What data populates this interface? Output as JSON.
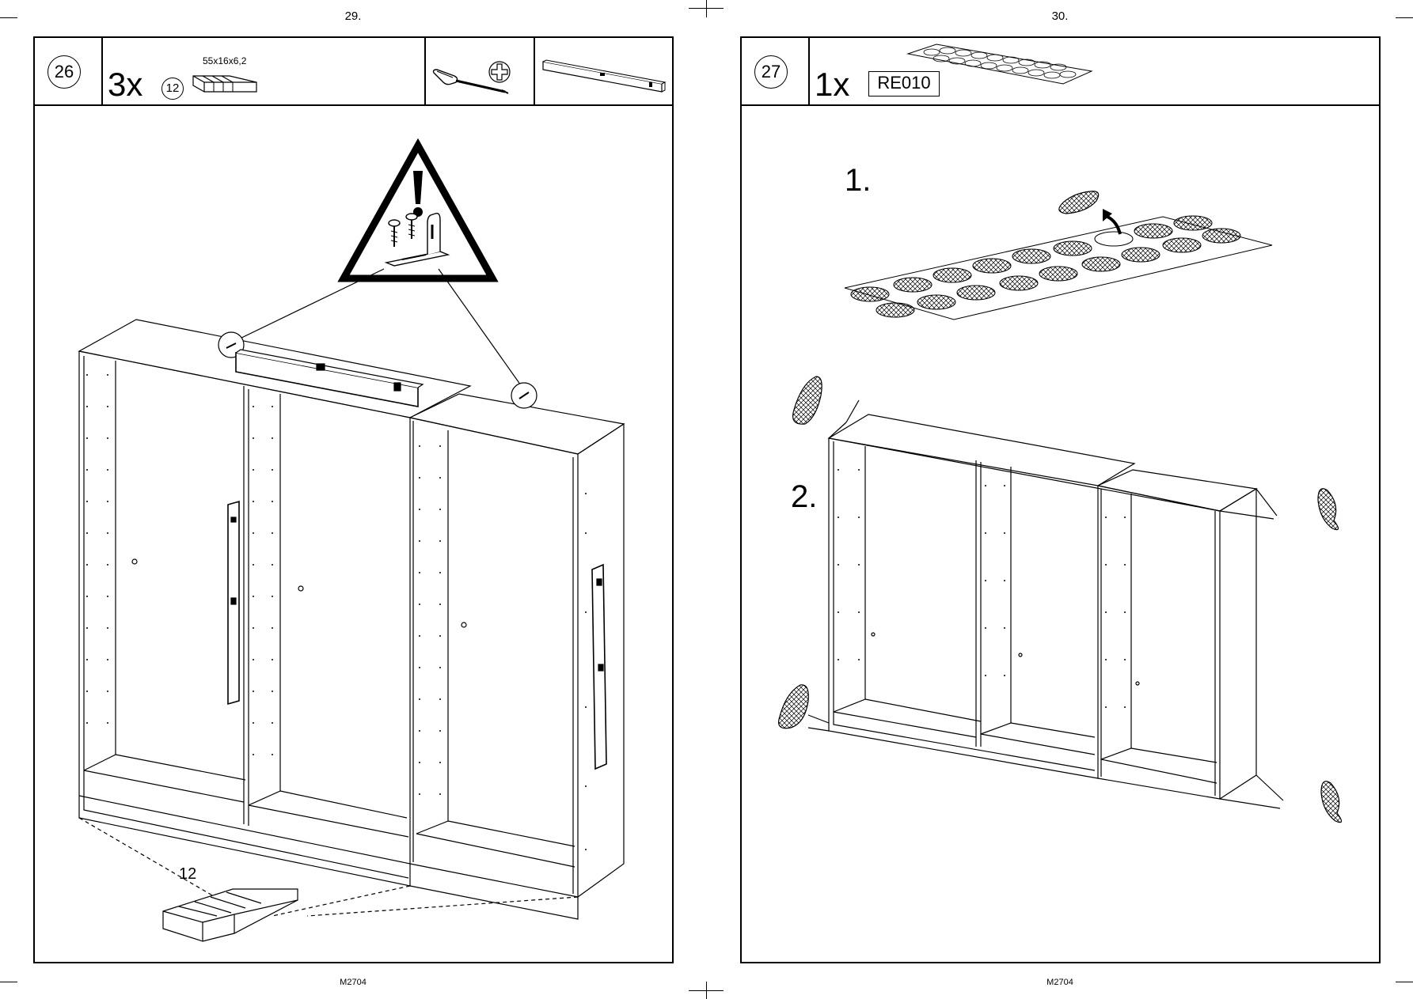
{
  "pages": [
    {
      "page_number": "29.",
      "model_code": "M2704",
      "step": {
        "number": "26",
        "quantity": "3x",
        "part_number": "12",
        "part_dimensions": "55x16x6,2",
        "tools": [
          "screwdriver-icon",
          "phillips-head-icon",
          "spirit-level-icon"
        ],
        "detail_part_count": "12"
      }
    },
    {
      "page_number": "30.",
      "model_code": "M2704",
      "step": {
        "number": "27",
        "quantity": "1x",
        "part_code": "RE010",
        "substeps": [
          "1.",
          "2."
        ]
      }
    }
  ]
}
